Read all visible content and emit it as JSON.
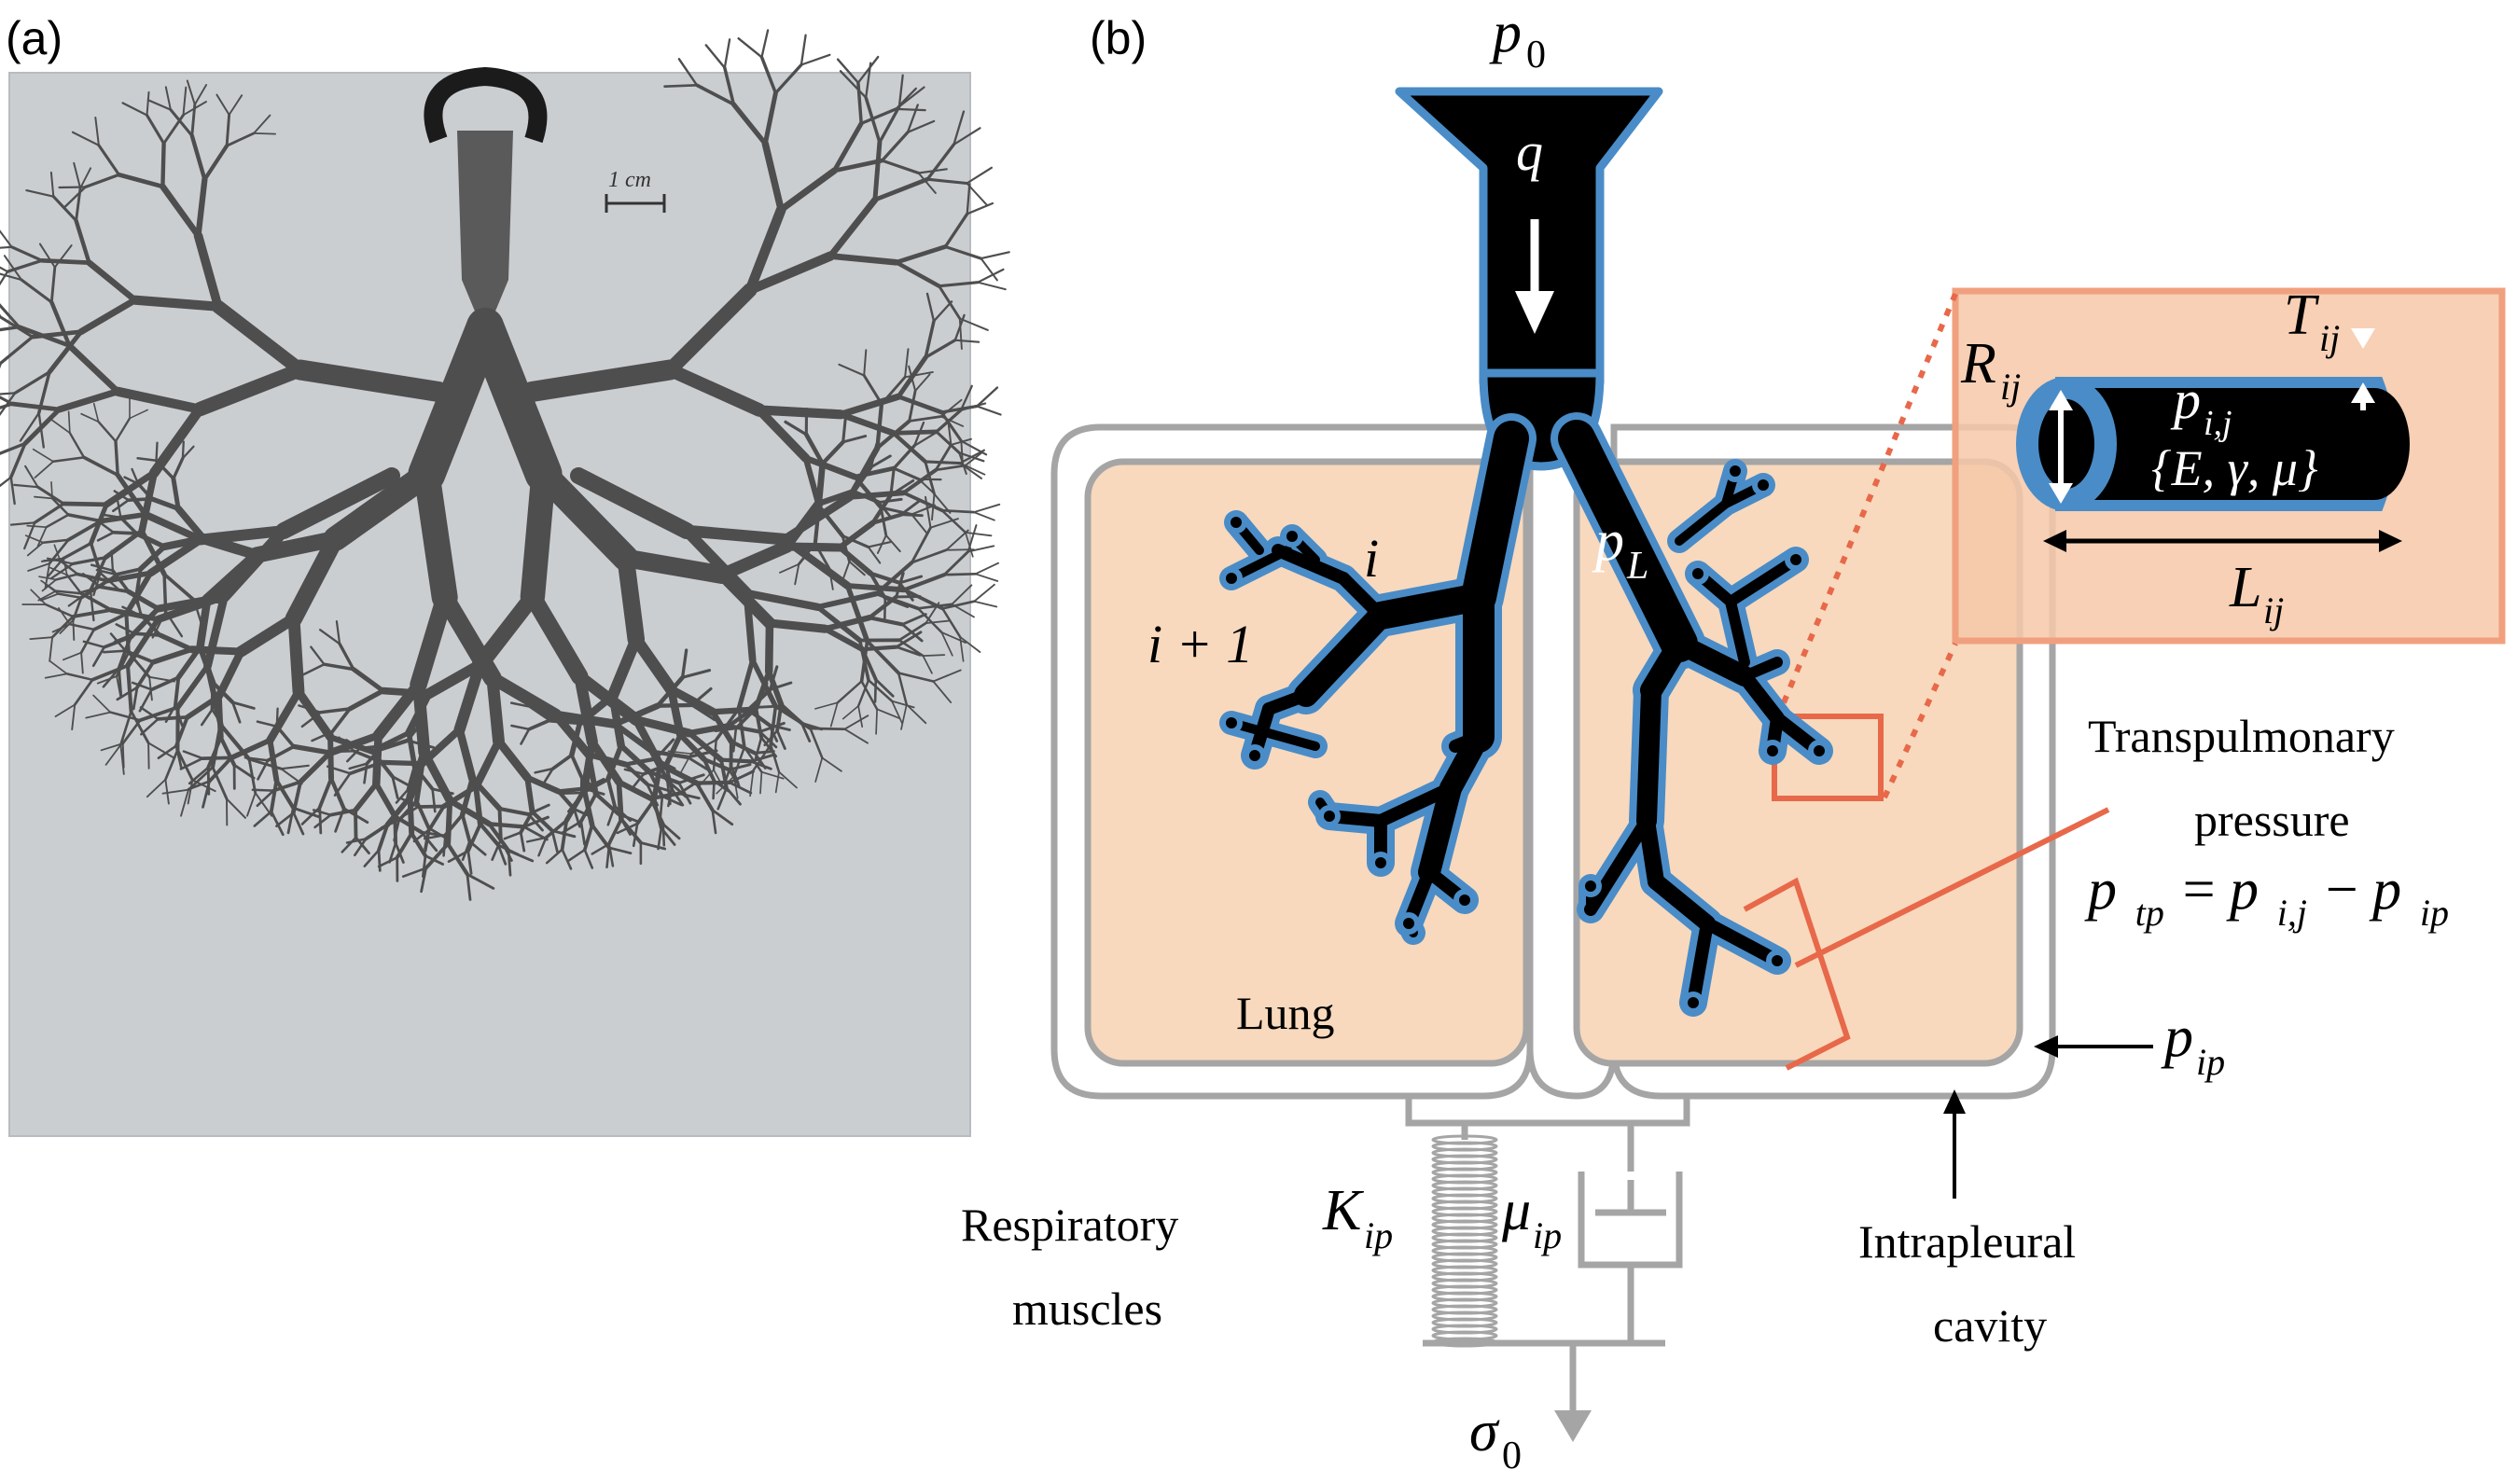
{
  "panel_a": {
    "label": "(a)",
    "scale_bar_label": "1 cm"
  },
  "panel_b": {
    "label": "(b)",
    "p0": "p",
    "p0_sub": "0",
    "q": "q",
    "pL": "p",
    "pL_sub": "L",
    "i": "i",
    "i_plus_1": "i + 1",
    "lung_label": "Lung",
    "R": "R",
    "R_sub": "ij",
    "T": "T",
    "T_sub": "ij",
    "L": "L",
    "L_sub": "ij",
    "p_ij": "p",
    "p_ij_sub": "i,j",
    "params": "{E, γ, μ}",
    "transpulmonary_line1": "Transpulmonary",
    "transpulmonary_line2": "pressure",
    "ptp_lhs": "p",
    "ptp_lhs_sub": "tp",
    "ptp_eq": " = ",
    "ptp_r1": "p",
    "ptp_r1_sub": "i,j",
    "ptp_minus": " − ",
    "ptp_r2": "p",
    "ptp_r2_sub": "ip",
    "pip": "p",
    "pip_sub": "ip",
    "K": "K",
    "K_sub": "ip",
    "mu": "μ",
    "mu_sub": "ip",
    "respiratory_line1": "Respiratory",
    "respiratory_line2": "muscles",
    "intrapleural_line1": "Intrapleural",
    "intrapleural_line2": "cavity",
    "sigma": "σ",
    "sigma_sub": "0"
  },
  "colors": {
    "airway_fill": "#000000",
    "airway_stroke": "#4a8cc7",
    "lung_fill": "#f8d9bd",
    "lung_border": "#a5a5a5",
    "zoom_fill": "#f6c8a8",
    "zoom_border": "#f0a07e",
    "highlight": "#e8684a",
    "photo_bg": "#c9cccf",
    "cast_color": "#4a4a4a"
  }
}
